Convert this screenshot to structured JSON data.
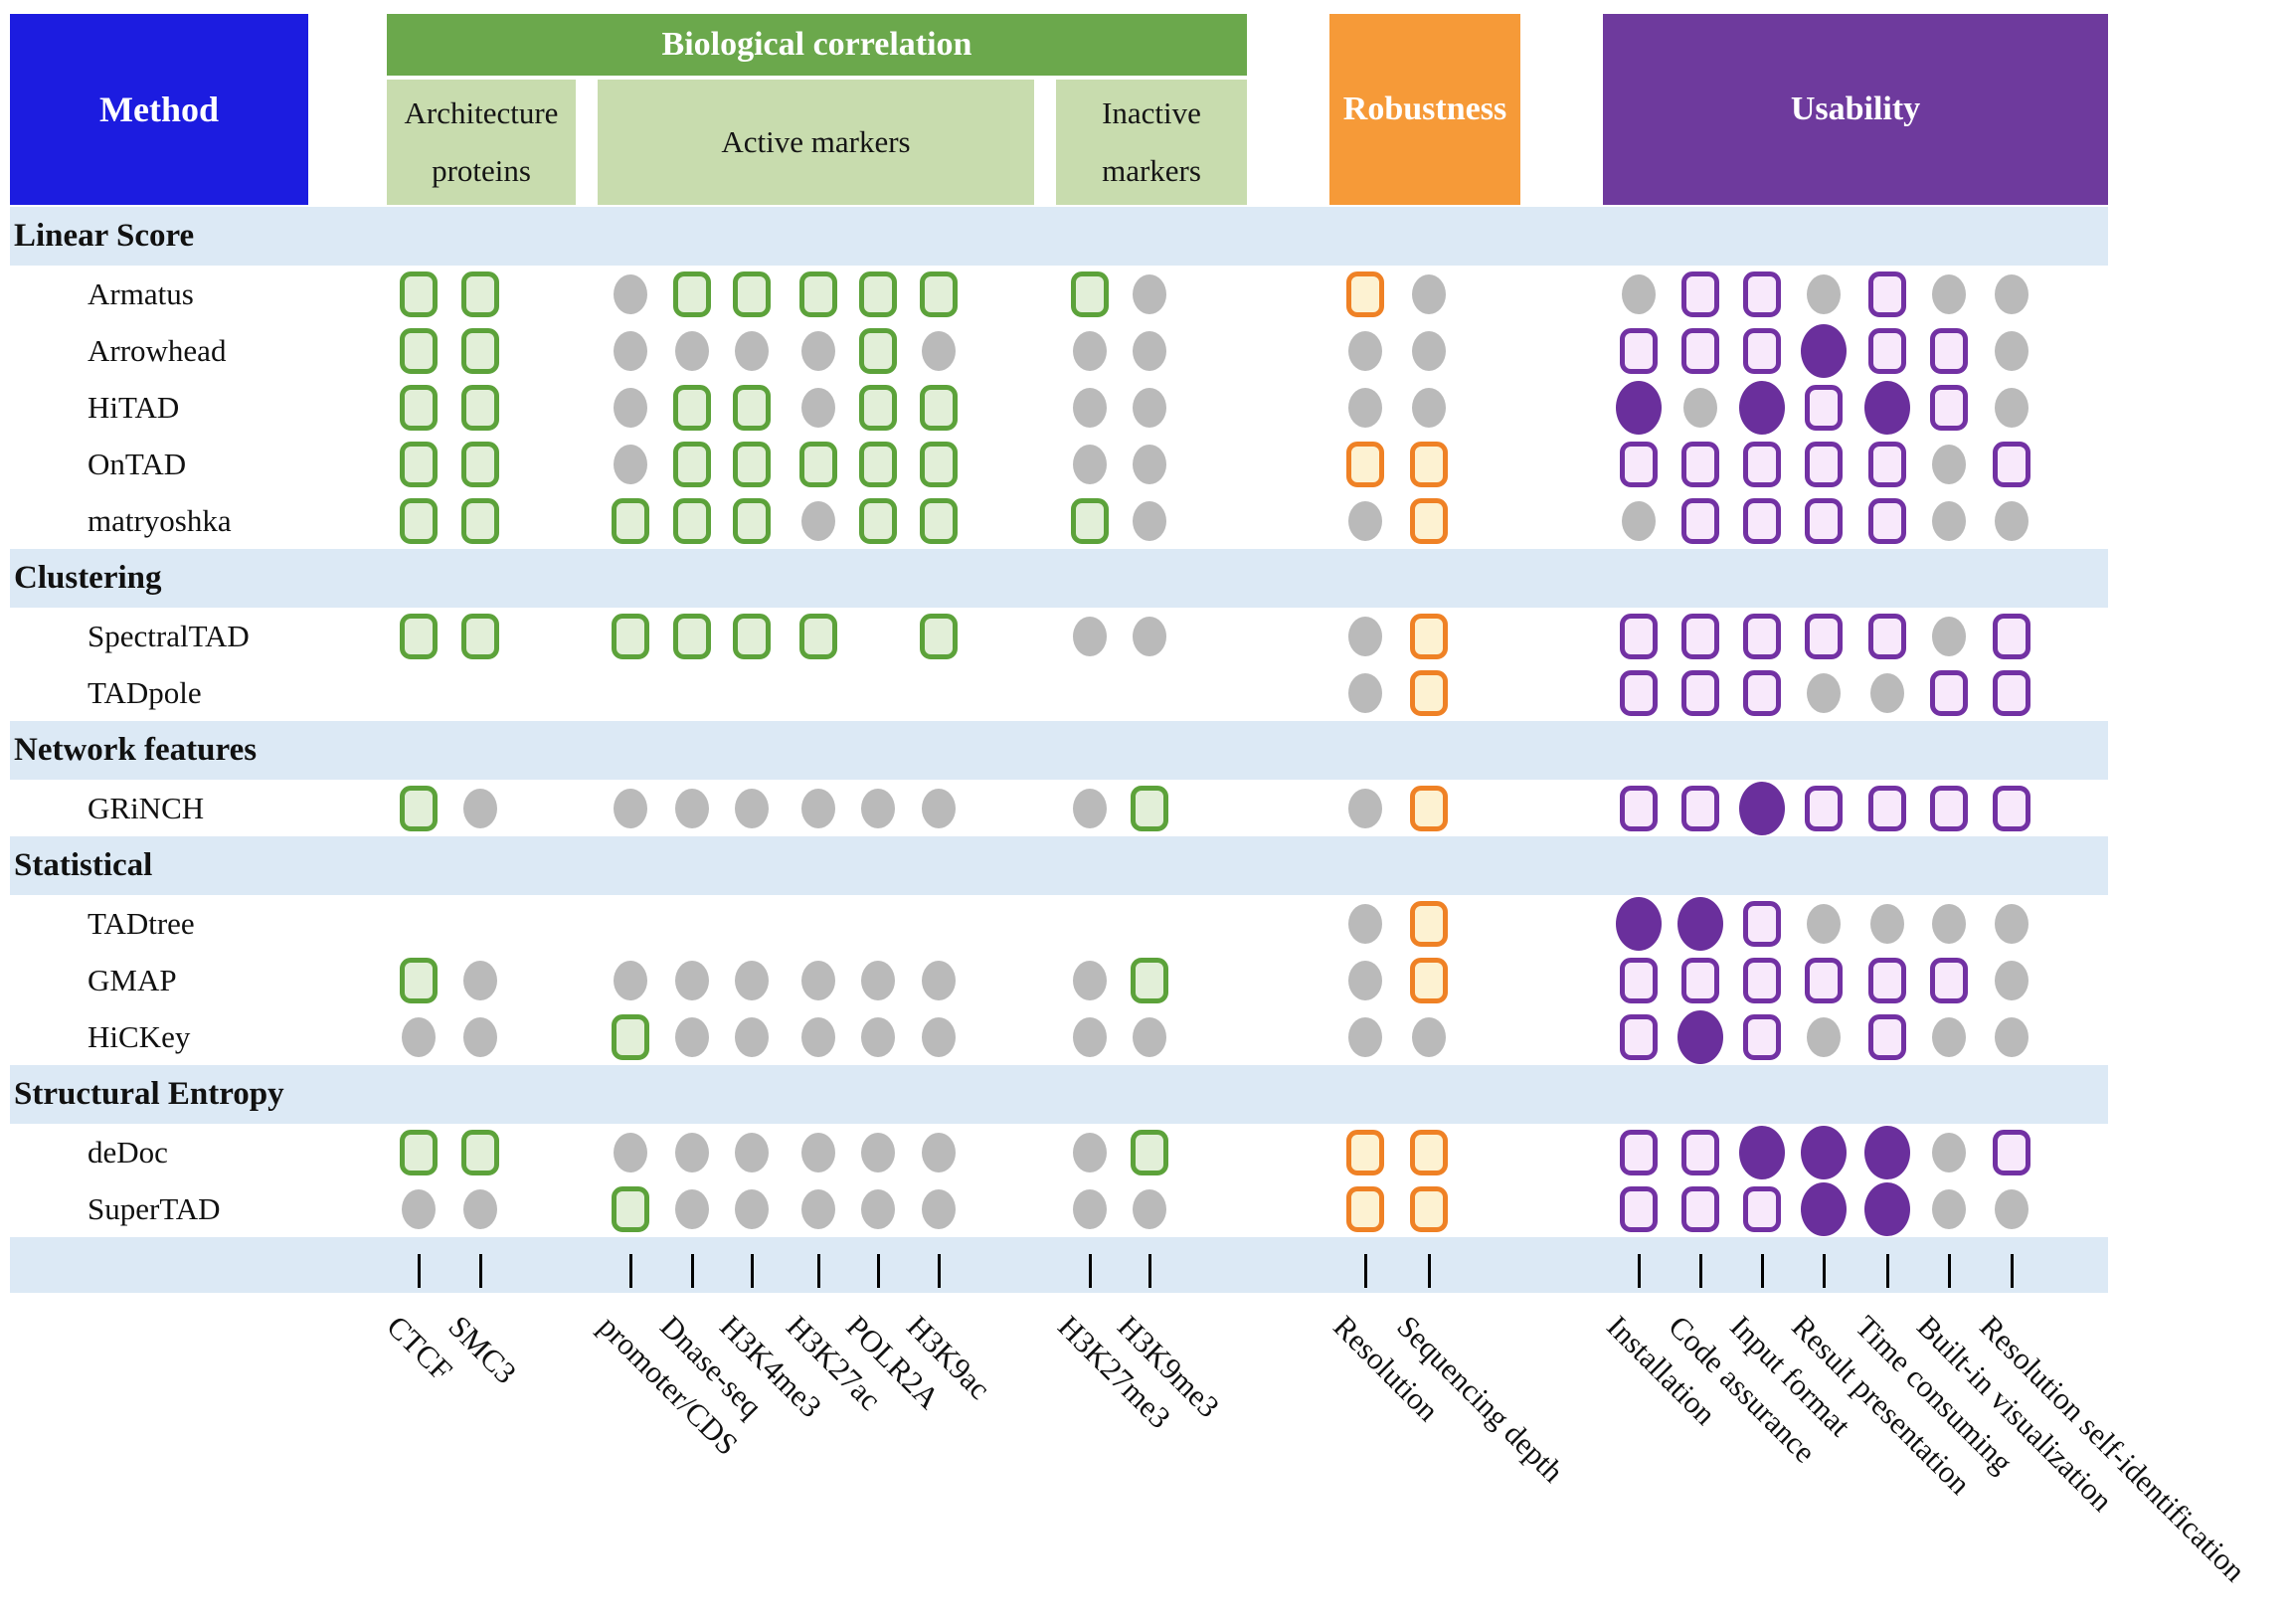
{
  "headers": {
    "method": "Method",
    "biological_correlation": "Biological correlation",
    "architecture_proteins": "Architecture proteins",
    "active_markers": "Active markers",
    "inactive_markers": "Inactive markers",
    "robustness": "Robustness",
    "usability": "Usability"
  },
  "colors": {
    "blue_header": "#1c1ce0",
    "dark_green": "#6ba84c",
    "light_green": "#c8dcae",
    "orange_header": "#f69a38",
    "purple_header": "#6e3a9d",
    "light_blue": "#dce9f5",
    "green_border": "#5ca23a",
    "green_fill": "#e2efd8",
    "gray_circle": "#bababa",
    "orange_border": "#ef8125",
    "orange_fill": "#fdf2d2",
    "purple_border": "#7231a3",
    "purple_fill": "#f8e9fb",
    "purple_dot": "#6a2f9c"
  },
  "chart_data": {
    "type": "table",
    "title": "Comparison of TAD-calling methods: biological correlation, robustness and usability",
    "legend": {
      "g": "green rounded square = positive biological correlation",
      "x": "gray circle = negative / not supported",
      "o": "orange rounded square = robust",
      "p": "purple rounded square = good usability",
      "P": "filled purple circle = poor usability",
      "-": "empty (not evaluated)"
    },
    "column_groups": [
      {
        "group": "Architecture proteins",
        "columns": [
          "CTCF",
          "SMC3"
        ]
      },
      {
        "group": "Active markers",
        "columns": [
          "promoter/CDS",
          "Dnase-seq",
          "H3K4me3",
          "H3K27ac",
          "POLR2A",
          "H3K9ac"
        ]
      },
      {
        "group": "Inactive markers",
        "columns": [
          "H3K27me3",
          "H3K9me3"
        ]
      },
      {
        "group": "Robustness",
        "columns": [
          "Resolution",
          "Sequencing depth"
        ]
      },
      {
        "group": "Usability",
        "columns": [
          "Installation",
          "Code assurance",
          "Input format",
          "Result presentation",
          "Time consuming",
          "Built-in visualization",
          "Resolution self-identification"
        ]
      }
    ],
    "columns": [
      "CTCF",
      "SMC3",
      "promoter/CDS",
      "Dnase-seq",
      "H3K4me3",
      "H3K27ac",
      "POLR2A",
      "H3K9ac",
      "H3K27me3",
      "H3K9me3",
      "Resolution",
      "Sequencing depth",
      "Installation",
      "Code assurance",
      "Input format",
      "Result presentation",
      "Time consuming",
      "Built-in visualization",
      "Resolution self-identification"
    ],
    "groups": [
      {
        "label": "Linear Score",
        "methods": [
          {
            "name": "Armatus",
            "cells": [
              "g",
              "g",
              "x",
              "g",
              "g",
              "g",
              "g",
              "g",
              "g",
              "x",
              "o",
              "x",
              "x",
              "p",
              "p",
              "x",
              "p",
              "x",
              "x"
            ]
          },
          {
            "name": "Arrowhead",
            "cells": [
              "g",
              "g",
              "x",
              "x",
              "x",
              "x",
              "g",
              "x",
              "x",
              "x",
              "x",
              "x",
              "p",
              "p",
              "p",
              "P",
              "p",
              "p",
              "x"
            ]
          },
          {
            "name": "HiTAD",
            "cells": [
              "g",
              "g",
              "x",
              "g",
              "g",
              "x",
              "g",
              "g",
              "x",
              "x",
              "x",
              "x",
              "P",
              "x",
              "P",
              "p",
              "P",
              "p",
              "x"
            ]
          },
          {
            "name": "OnTAD",
            "cells": [
              "g",
              "g",
              "x",
              "g",
              "g",
              "g",
              "g",
              "g",
              "x",
              "x",
              "o",
              "o",
              "p",
              "p",
              "p",
              "p",
              "p",
              "x",
              "p"
            ]
          },
          {
            "name": "matryoshka",
            "cells": [
              "g",
              "g",
              "g",
              "g",
              "g",
              "x",
              "g",
              "g",
              "g",
              "x",
              "x",
              "o",
              "x",
              "p",
              "p",
              "p",
              "p",
              "x",
              "x"
            ]
          }
        ]
      },
      {
        "label": "Clustering",
        "methods": [
          {
            "name": "SpectralTAD",
            "cells": [
              "g",
              "g",
              "g",
              "g",
              "g",
              "g",
              "-",
              "g",
              "x",
              "x",
              "x",
              "o",
              "p",
              "p",
              "p",
              "p",
              "p",
              "x",
              "p"
            ]
          },
          {
            "name": "TADpole",
            "cells": [
              "-",
              "-",
              "-",
              "-",
              "-",
              "-",
              "-",
              "-",
              "-",
              "-",
              "x",
              "o",
              "p",
              "p",
              "p",
              "x",
              "x",
              "p",
              "p"
            ]
          }
        ]
      },
      {
        "label": "Network features",
        "methods": [
          {
            "name": "GRiNCH",
            "cells": [
              "g",
              "x",
              "x",
              "x",
              "x",
              "x",
              "x",
              "x",
              "x",
              "g",
              "x",
              "o",
              "p",
              "p",
              "P",
              "p",
              "p",
              "p",
              "p"
            ]
          }
        ]
      },
      {
        "label": "Statistical",
        "methods": [
          {
            "name": "TADtree",
            "cells": [
              "-",
              "-",
              "-",
              "-",
              "-",
              "-",
              "-",
              "-",
              "-",
              "-",
              "x",
              "o",
              "P",
              "P",
              "p",
              "x",
              "x",
              "x",
              "x"
            ]
          },
          {
            "name": "GMAP",
            "cells": [
              "g",
              "x",
              "x",
              "x",
              "x",
              "x",
              "x",
              "x",
              "x",
              "g",
              "x",
              "o",
              "p",
              "p",
              "p",
              "p",
              "p",
              "p",
              "x"
            ]
          },
          {
            "name": "HiCKey",
            "cells": [
              "x",
              "x",
              "g",
              "x",
              "x",
              "x",
              "x",
              "x",
              "x",
              "x",
              "x",
              "x",
              "p",
              "P",
              "p",
              "x",
              "p",
              "x",
              "x"
            ]
          }
        ]
      },
      {
        "label": "Structural Entropy",
        "methods": [
          {
            "name": "deDoc",
            "cells": [
              "g",
              "g",
              "x",
              "x",
              "x",
              "x",
              "x",
              "x",
              "x",
              "g",
              "o",
              "o",
              "p",
              "p",
              "P",
              "P",
              "P",
              "x",
              "p"
            ]
          },
          {
            "name": "SuperTAD",
            "cells": [
              "x",
              "x",
              "g",
              "x",
              "x",
              "x",
              "x",
              "x",
              "x",
              "x",
              "o",
              "o",
              "p",
              "p",
              "p",
              "P",
              "P",
              "x",
              "x"
            ]
          }
        ]
      }
    ]
  }
}
